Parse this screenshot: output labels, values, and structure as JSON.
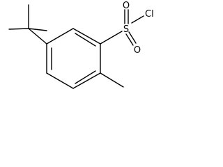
{
  "atoms": {
    "sulfur": "S",
    "oxygen_top": "O",
    "oxygen_bottom": "O",
    "chlorine": "Cl"
  }
}
